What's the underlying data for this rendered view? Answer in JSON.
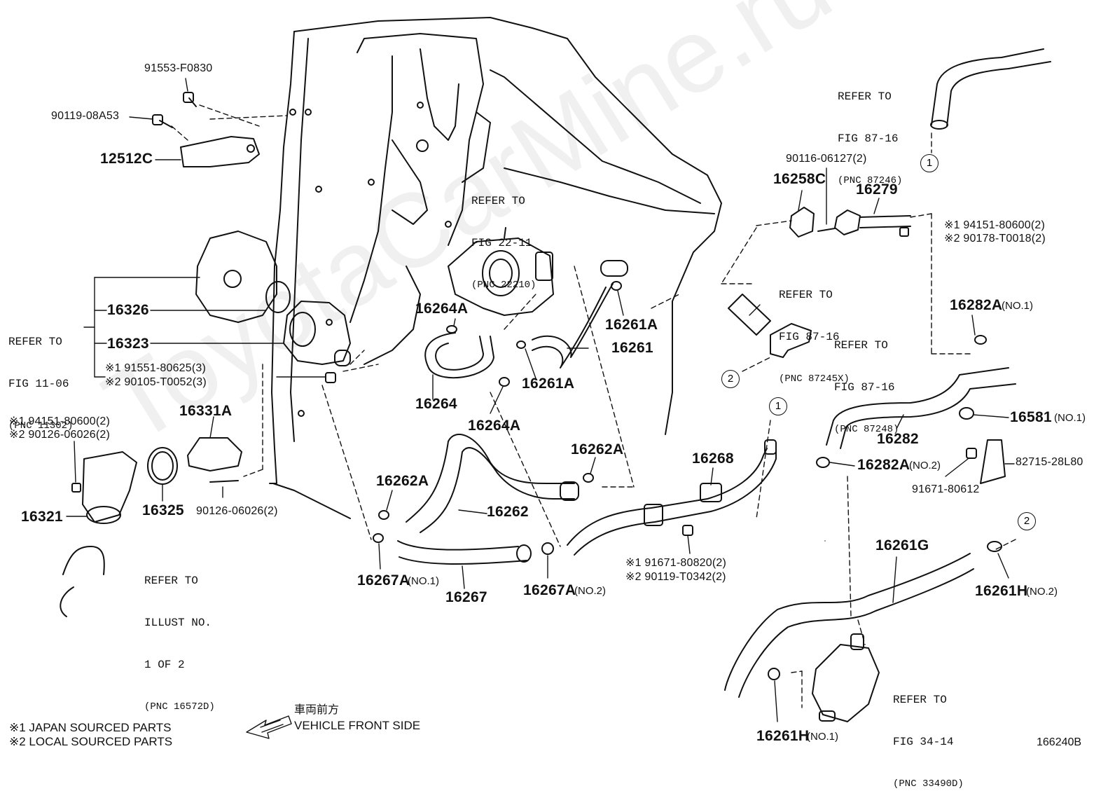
{
  "watermark": "ToyotaCarMine.ru",
  "illustration_id": "166240B",
  "parts": {
    "p91553": "91553-F0830",
    "p90119_08a53": "90119-08A53",
    "p12512c": "12512C",
    "p16326": "16326",
    "p16323": "16323",
    "p91551_1": "※1 91551-80625(3)",
    "p90105_2": "※2 90105-T0052(3)",
    "p94151_1": "※1 94151-80600(2)",
    "p90126_2": "※2 90126-06026(2)",
    "p16331a": "16331A",
    "p16321": "16321",
    "p16325": "16325",
    "p90126": "90126-06026(2)",
    "p16264a_top": "16264A",
    "p16264": "16264",
    "p16264a_bot": "16264A",
    "p16261a_r": "16261A",
    "p16261": "16261",
    "p16261a_l": "16261A",
    "p16262a_r": "16262A",
    "p16262a_l": "16262A",
    "p16262": "16262",
    "p16267a_1": "16267A",
    "p16267a_1_sub": "(NO.1)",
    "p16267": "16267",
    "p16267a_2": "16267A",
    "p16267a_2_sub": "(NO.2)",
    "p16268": "16268",
    "p91671_1": "※1 91671-80820(2)",
    "p90119_2": "※2 90119-T0342(2)",
    "p90116": "90116-06127(2)",
    "p16258c": "16258C",
    "p16279": "16279",
    "p94151_r1": "※1 94151-80600(2)",
    "p90178_r2": "※2 90178-T0018(2)",
    "p16282a_1": "16282A",
    "p16282a_1_sub": "(NO.1)",
    "p16581": "16581",
    "p16581_sub": "(NO.1)",
    "p16282": "16282",
    "p16282a_2": "16282A",
    "p16282a_2_sub": "(NO.2)",
    "p82715": "82715-28L80",
    "p91671_r": "91671-80612",
    "p16261g": "16261G",
    "p16261h_2": "16261H",
    "p16261h_2_sub": "(NO.2)",
    "p16261h_1": "16261H",
    "p16261h_1_sub": "(NO.1)"
  },
  "references": {
    "fig_11_06": [
      "REFER TO",
      "FIG 11-06",
      "(PNC 11302)"
    ],
    "fig_22_11": [
      "REFER TO",
      "FIG 22-11",
      "(PNC 22210)"
    ],
    "illust_no1": [
      "REFER TO",
      "ILLUST NO.",
      "1 OF 2",
      "(PNC 16572D)"
    ],
    "fig_87_16_a": [
      "REFER TO",
      "FIG 87-16",
      "(PNC 87246)"
    ],
    "fig_87_16_b": [
      "REFER TO",
      "FIG 87-16",
      "(PNC 87245X)"
    ],
    "fig_87_16_c": [
      "REFER TO",
      "FIG 87-16",
      "(PNC 87248)"
    ],
    "fig_34_14": [
      "REFER TO",
      "FIG 34-14",
      "(PNC 33490D)"
    ]
  },
  "connectors": {
    "c1": "1",
    "c2": "2"
  },
  "legend": {
    "japan": "※1 JAPAN SOURCED PARTS",
    "local": "※2 LOCAL SOURCED PARTS"
  },
  "direction": {
    "jp": "車両前方",
    "en": "VEHICLE FRONT SIDE"
  }
}
